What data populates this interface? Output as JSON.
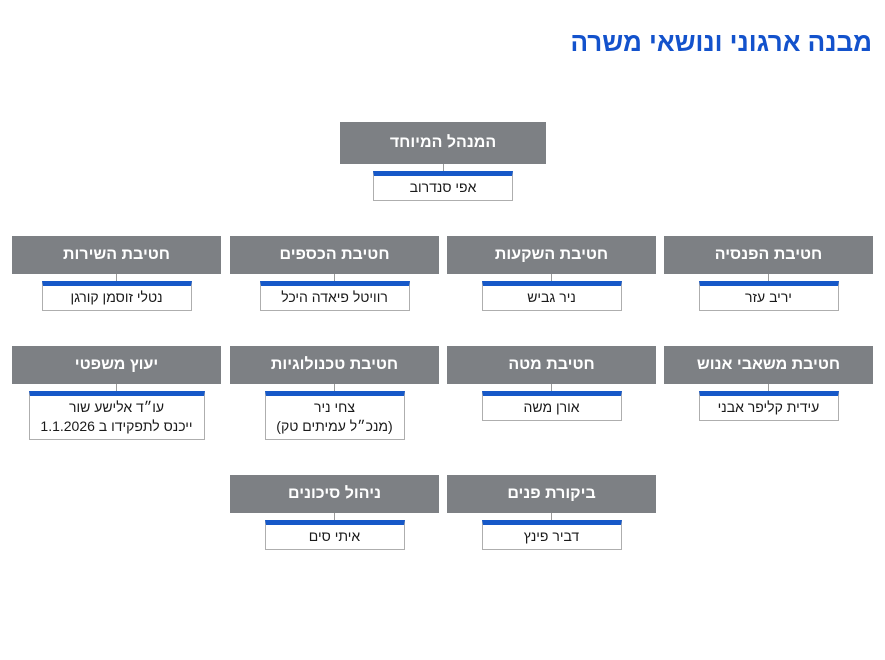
{
  "title": "מבנה ארגוני ונושאי משרה",
  "colors": {
    "header_gray": "#7d8084",
    "accent_blue": "#1658c8",
    "title_blue": "#1352cc"
  },
  "nodes": [
    {
      "id": "special-manager",
      "title": "המנהל המיוחד",
      "name": "אפי סנדרוב"
    },
    {
      "id": "pension-division",
      "title": "חטיבת הפנסיה",
      "name": "יריב עזר"
    },
    {
      "id": "investments-division",
      "title": "חטיבת השקעות",
      "name": "ניר גביש"
    },
    {
      "id": "finance-division",
      "title": "חטיבת הכספים",
      "name": "רוויטל פיאדה היכל"
    },
    {
      "id": "service-division",
      "title": "חטיבת השירות",
      "name": "נטלי זוסמן קורגן"
    },
    {
      "id": "hr-division",
      "title": "חטיבת משאבי אנוש",
      "name": "עידית קליפר אבני"
    },
    {
      "id": "staff-division",
      "title": "חטיבת מטה",
      "name": "אורן משה"
    },
    {
      "id": "technology-division",
      "title": "חטיבת טכנולוגיות",
      "name": "צחי ניר",
      "name2": "(מנכ״ל עמיתים טק)"
    },
    {
      "id": "legal-counsel",
      "title": "יעוץ משפטי",
      "name": "עו״ד אלישע שור",
      "name2": "ייכנס לתפקידו ב 1.1.2026"
    },
    {
      "id": "internal-audit",
      "title": "ביקורת פנים",
      "name": "דביר פינץ"
    },
    {
      "id": "risk-management",
      "title": "ניהול סיכונים",
      "name": "איתי סים"
    }
  ]
}
